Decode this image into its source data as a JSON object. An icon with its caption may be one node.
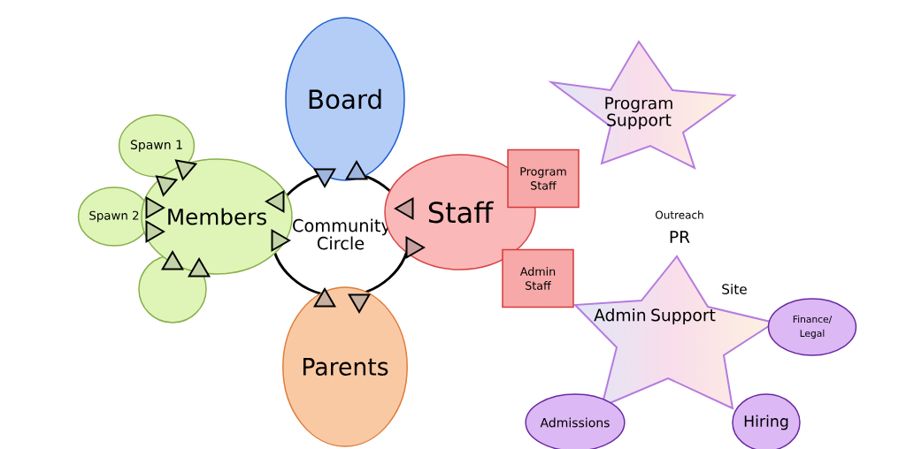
{
  "diagram": {
    "nodes": [
      {
        "text": [
          "Board"
        ]
      },
      {
        "text": [
          "Community Circle"
        ]
      },
      {
        "text": [
          "Members"
        ]
      },
      {
        "text": [
          "Spawn 1"
        ]
      },
      {
        "text": [
          "Spawn 2"
        ]
      },
      {
        "text": [],
        "shape": "circle"
      },
      {
        "text": [
          "Parents"
        ]
      },
      {
        "text": [
          "Staff"
        ]
      },
      {
        "text": [
          "Program Staff"
        ]
      },
      {
        "text": [
          "Admin Staff"
        ]
      },
      {
        "text": [
          "Program Support"
        ]
      },
      {
        "text": [
          "Admin Support"
        ]
      },
      {
        "text": [
          "Finance/ Legal"
        ]
      },
      {
        "text": [
          "Admissions"
        ]
      },
      {
        "text": [
          "Hiring"
        ]
      }
    ],
    "labels": [
      "Outreach",
      "PR",
      "Site"
    ]
  }
}
